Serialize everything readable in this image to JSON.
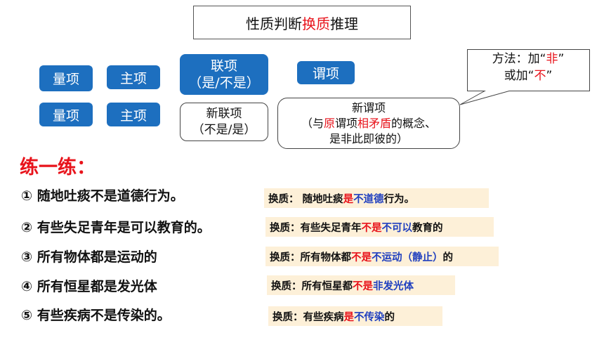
{
  "title": {
    "pre": "性质判断",
    "mid": "换质",
    "post": "推理"
  },
  "row1": {
    "quantity": "量项",
    "subject": "主项",
    "copula_1": "联项",
    "copula_2": "（是/不是）",
    "predicate": "谓项"
  },
  "row2": {
    "quantity": "量项",
    "subject": "主项",
    "new_copula_1": "新联项",
    "new_copula_2": "（不是/是）",
    "new_pred_1": "新谓项",
    "new_pred_2a": "（与",
    "new_pred_2b": "原",
    "new_pred_2c": "谓项",
    "new_pred_2d": "相矛盾",
    "new_pred_2e": "的概念、",
    "new_pred_3": "是非此即彼的）"
  },
  "method": {
    "l1a": "方法：加“",
    "l1b": "非",
    "l1c": "”",
    "l2a": "或加“",
    "l2b": "不",
    "l2c": "”"
  },
  "practice_title": "练一练：",
  "questions": [
    "① 随地吐痰不是道德行为。",
    "② 有些失足青年是可以教育的。",
    "③ 所有物体都是运动的",
    "④ 所有恒星都是发光体",
    "⑤ 有些疾病不是传染的。"
  ],
  "answers": [
    {
      "a": "换质： 随地吐痰",
      "b": "是",
      "c": "不道德",
      "d": "行为。"
    },
    {
      "a": "换质：有些失足青年",
      "b": "不是",
      "c": "不可以",
      "d": "教育的"
    },
    {
      "a": "换质：所有物体都",
      "b": "不是",
      "c": "不运动（静止）",
      "d": "的"
    },
    {
      "a": "换质：所有恒星都",
      "b": "不是",
      "c": "非发光体",
      "d": ""
    },
    {
      "a": "换质：有些疾病",
      "b": "是",
      "c": "不传染",
      "d": "的"
    }
  ]
}
